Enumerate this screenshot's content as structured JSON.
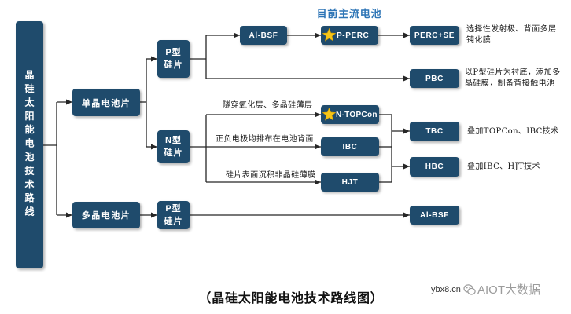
{
  "colors": {
    "node_fill": "#1f4b6c",
    "node_text": "#ffffff",
    "highlight_text": "#2e75b6",
    "star": "#f5c518",
    "connector": "#262626",
    "note_text": "#1a1a1a"
  },
  "highlight_label": "目前主流电池",
  "nodes": {
    "root": {
      "label": "晶硅太阳能电池技术路线"
    },
    "monocrystalline": {
      "label": "单晶电池片"
    },
    "polycrystalline": {
      "label": "多晶电池片"
    },
    "mono_p_wafer": {
      "lines": [
        "P型",
        "硅片"
      ]
    },
    "mono_n_wafer": {
      "lines": [
        "N型",
        "硅片"
      ]
    },
    "poly_p_wafer": {
      "lines": [
        "P型",
        "硅片"
      ]
    },
    "al_bsf_mono": {
      "label": "Al-BSF"
    },
    "p_perc": {
      "label": "P-PERC",
      "icon": "star-icon"
    },
    "perc_se": {
      "label": "PERC+SE",
      "note": [
        "选择性发射极、背面多层",
        "钝化膜"
      ]
    },
    "pbc": {
      "label": "PBC",
      "note": [
        "以P型硅片为衬底，添加多",
        "晶硅膜，制备背接触电池"
      ]
    },
    "n_topcon": {
      "label": "N-TOPCon",
      "icon": "star-icon",
      "edge_label": "隧穿氧化层、多晶硅薄层"
    },
    "ibc": {
      "label": "IBC",
      "edge_label": "正负电极均排布在电池背面"
    },
    "hjt": {
      "label": "HJT",
      "edge_label": "硅片表面沉积非晶硅薄膜"
    },
    "tbc": {
      "label": "TBC",
      "note": "叠加TOPCon、IBC技术"
    },
    "hbc": {
      "label": "HBC",
      "note": "叠加IBC、HJT技术"
    },
    "al_bsf_poly": {
      "label": "Al-BSF"
    }
  },
  "caption": "（晶硅太阳能电池技术路线图）",
  "watermark": {
    "site": "ybx8.cn",
    "icon": "wechat-icon",
    "brand": "AIOT大数据"
  }
}
